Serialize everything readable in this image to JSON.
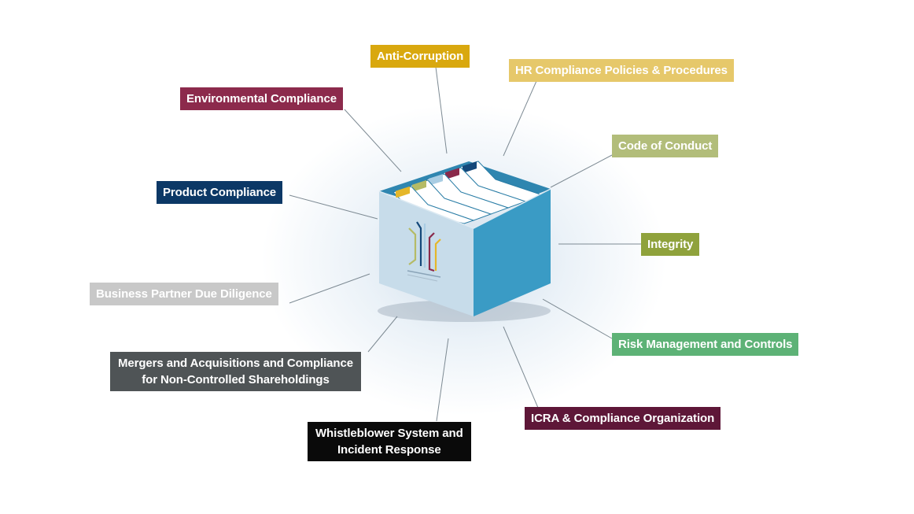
{
  "diagram": {
    "center": {
      "name": "Compliance file box",
      "colors": {
        "front": "#c7dcea",
        "side": "#3a9bc5",
        "inside": "#2f86b0",
        "tab_colors": [
          "#e5b72a",
          "#b5bb66",
          "#a9cde3",
          "#8a2a4b",
          "#14487a"
        ]
      }
    },
    "topics": [
      {
        "id": "anti-corruption",
        "lines": [
          "Anti-Corruption"
        ],
        "color": "#d9a80e"
      },
      {
        "id": "hr-compliance",
        "lines": [
          "HR Compliance Policies & Procedures"
        ],
        "color": "#e6c86a"
      },
      {
        "id": "environmental-compliance",
        "lines": [
          "Environmental Compliance"
        ],
        "color": "#8c2a4c"
      },
      {
        "id": "code-of-conduct",
        "lines": [
          "Code of Conduct"
        ],
        "color": "#b2bd7a"
      },
      {
        "id": "product-compliance",
        "lines": [
          "Product Compliance"
        ],
        "color": "#0c3866"
      },
      {
        "id": "integrity",
        "lines": [
          "Integrity"
        ],
        "color": "#8fa23c"
      },
      {
        "id": "business-partner-due-diligence",
        "lines": [
          "Business Partner Due Diligence"
        ],
        "color": "#c8c8c8"
      },
      {
        "id": "risk-management",
        "lines": [
          "Risk Management and Controls"
        ],
        "color": "#5db276"
      },
      {
        "id": "mergers-acquisitions",
        "lines": [
          "Mergers and Acquisitions and Compliance",
          "for Non-Controlled Shareholdings"
        ],
        "color": "#4f5456"
      },
      {
        "id": "icra-compliance-organization",
        "lines": [
          "ICRA & Compliance Organization"
        ],
        "color": "#5e1738"
      },
      {
        "id": "whistleblower-system",
        "lines": [
          "Whistleblower System and",
          "Incident Response"
        ],
        "color": "#0a0a0a"
      }
    ]
  }
}
